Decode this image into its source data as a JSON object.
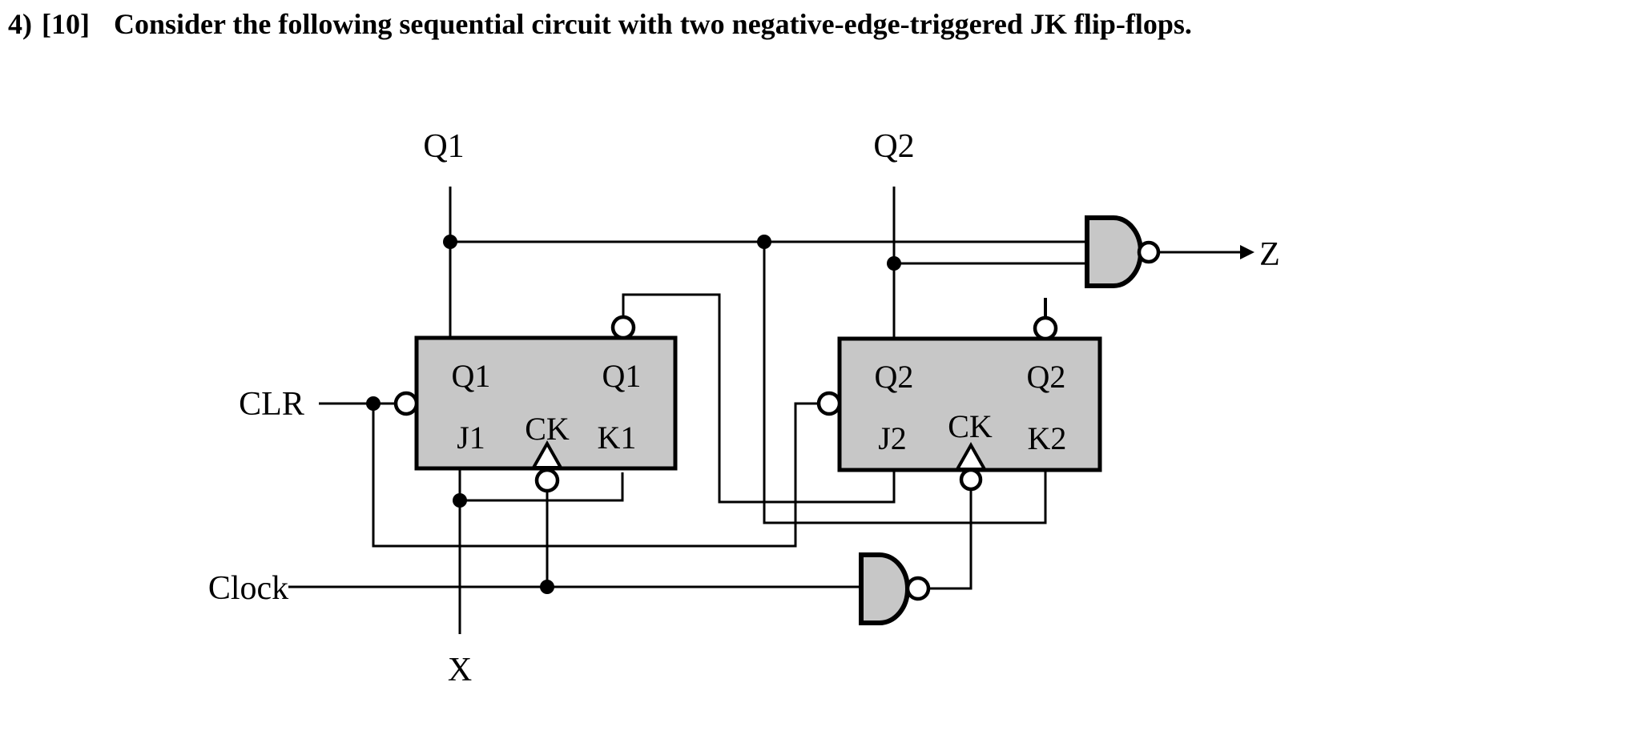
{
  "title": {
    "number": "4)",
    "points": "[10]",
    "text": "Consider the following sequential circuit with two negative-edge-triggered JK flip-flops."
  },
  "signals": {
    "q1_top": "Q1",
    "q2_top": "Q2",
    "clr": "CLR",
    "clock": "Clock",
    "x": "X",
    "z": "Z"
  },
  "ff1": {
    "q": "Q1",
    "q_bar": "Q1",
    "j": "J1",
    "ck": "CK",
    "k": "K1"
  },
  "ff2": {
    "q": "Q2",
    "q_bar": "Q2",
    "j": "J2",
    "ck": "CK",
    "k": "K2"
  },
  "colors": {
    "box_fill": "#c7c7c7",
    "gate_fill": "#c7c7c7",
    "line": "#000000",
    "background": "#ffffff"
  }
}
